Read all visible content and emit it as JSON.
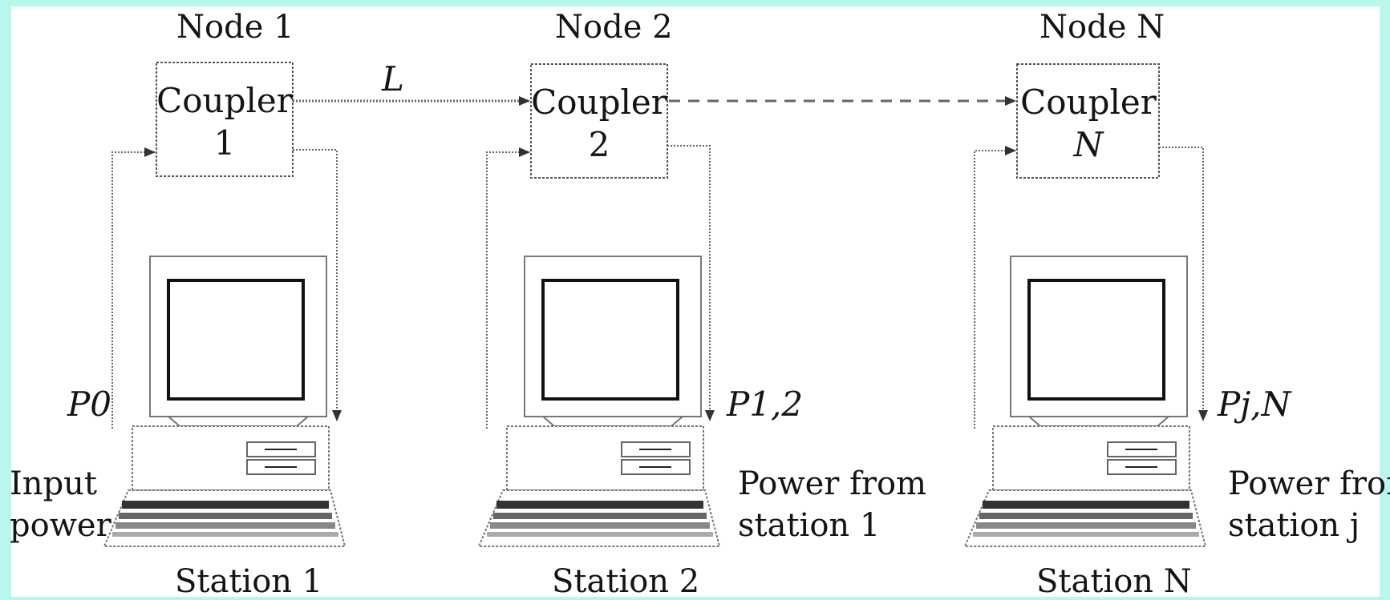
{
  "colors": {
    "background": "#b9f7ee",
    "panel": "#ffffff",
    "ink": "#141414",
    "line": "#555555"
  },
  "link_label": "L",
  "nodes": [
    {
      "node_label": "Node 1",
      "coupler_line1": "Coupler",
      "coupler_line2": "1",
      "station_label": "Station 1"
    },
    {
      "node_label": "Node 2",
      "coupler_line1": "Coupler",
      "coupler_line2": "2",
      "station_label": "Station 2"
    },
    {
      "node_label": "Node N",
      "coupler_line1": "Coupler",
      "coupler_line2": "N",
      "station_label": "Station N"
    }
  ],
  "input_power": {
    "symbol": "P0",
    "caption_line1": "Input",
    "caption_line2": "power"
  },
  "power_from_1": {
    "symbol": "P1,2",
    "caption_line1": "Power from",
    "caption_line2": "station 1"
  },
  "power_from_j": {
    "symbol": "Pj,N",
    "caption_line1": "Power from",
    "caption_line2": "station j"
  }
}
